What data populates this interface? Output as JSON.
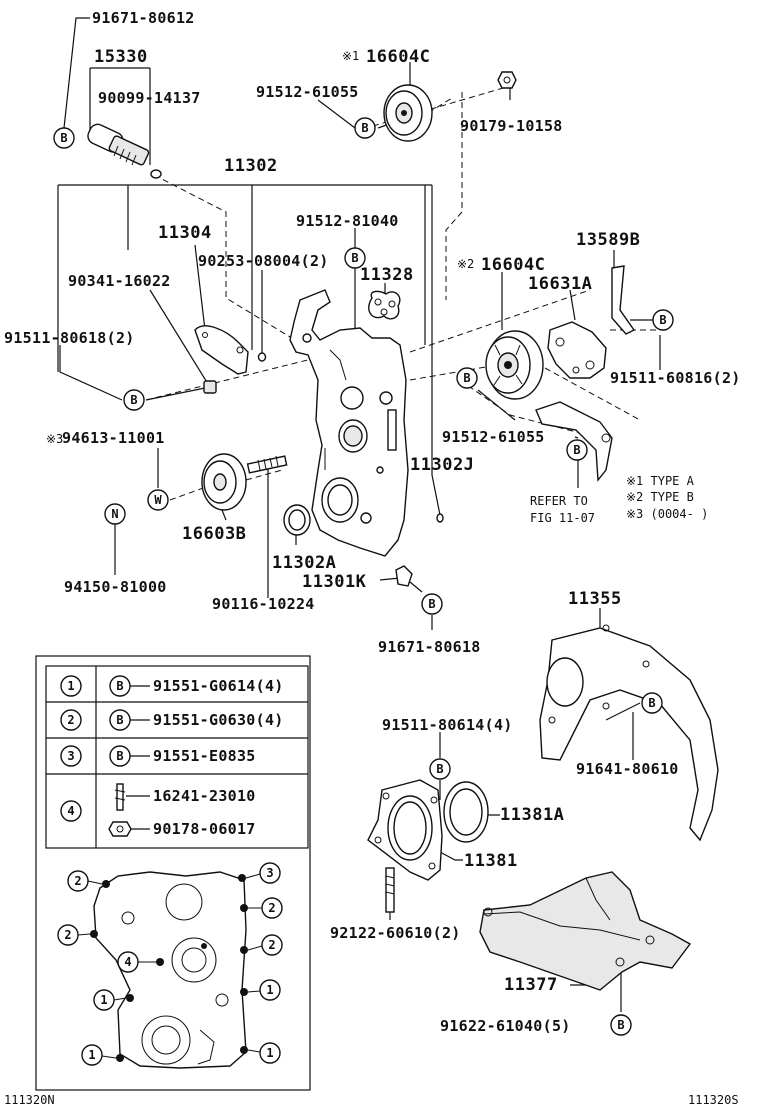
{
  "labels": {
    "p91671_80612": "91671-80612",
    "p15330": "15330",
    "p90099_14137": "90099-14137",
    "p16604c_1": "16604C",
    "p91512_61055_top": "91512-61055",
    "p90179_10158": "90179-10158",
    "p11302": "11302",
    "p91512_81040": "91512-81040",
    "p11304": "11304",
    "p90253_08004": "90253-08004(2)",
    "p11328": "11328",
    "p90341_16022": "90341-16022",
    "p91511_80618": "91511-80618(2)",
    "p13589b": "13589B",
    "p16604c_2": "16604C",
    "p16631a": "16631A",
    "p91511_60816": "91511-60816(2)",
    "p94613_11001": "94613-11001",
    "p91512_61055_mid": "91512-61055",
    "p11302j": "11302J",
    "p16603b": "16603B",
    "p11302a": "11302A",
    "p11301k": "11301K",
    "p94150_81000": "94150-81000",
    "p90116_10224": "90116-10224",
    "p91671_80618": "91671-80618",
    "p11355": "11355",
    "p91511_80614": "91511-80614(4)",
    "p91641_80610": "91641-80610",
    "p11381a": "11381A",
    "p11381": "11381",
    "p92122_60610": "92122-60610(2)",
    "p11377": "11377",
    "p91622_61040": "91622-61040(5)",
    "refer_to": "REFER TO",
    "fig_ref": "FIG 11-07"
  },
  "marks": {
    "note1": "※1",
    "note2": "※2",
    "note3": "※3",
    "bolt_b": "B",
    "washer_w": "W",
    "nut_n": "N"
  },
  "type_notes": {
    "type_a": "※1 TYPE A",
    "type_b": "※2 TYPE B",
    "range": "※3 (0004-      )"
  },
  "legend_table": {
    "rows": [
      {
        "num": "1",
        "code": "B",
        "part": "91551-G0614(4)"
      },
      {
        "num": "2",
        "code": "B",
        "part": "91551-G0630(4)"
      },
      {
        "num": "3",
        "code": "B",
        "part": "91551-E0835"
      },
      {
        "num": "4",
        "part_a": "16241-23010",
        "part_b": "90178-06017"
      }
    ]
  },
  "callout_numbers": {
    "one": "1",
    "two": "2",
    "three": "3",
    "four": "4"
  },
  "footer": {
    "left_code": "111320N",
    "right_code": "111320S"
  }
}
